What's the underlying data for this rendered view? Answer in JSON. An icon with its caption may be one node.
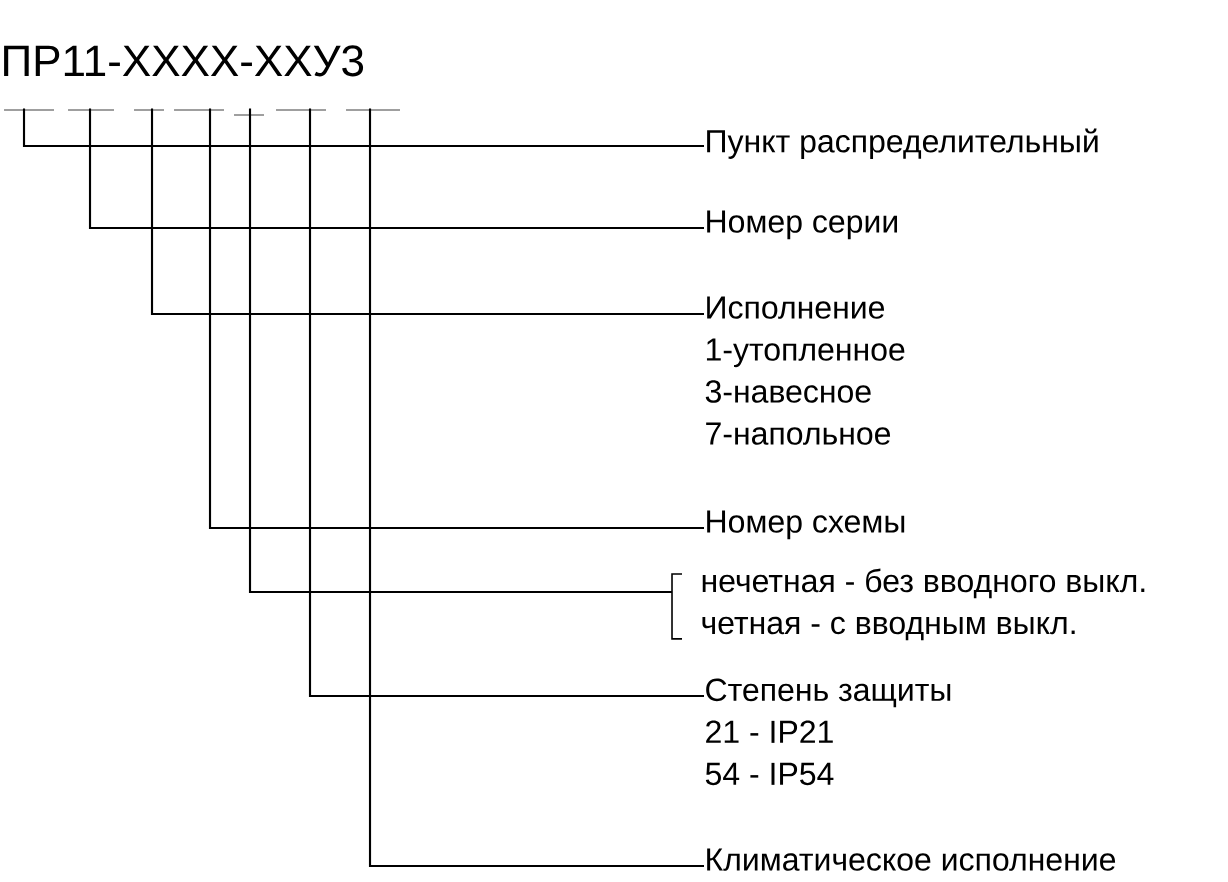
{
  "diagram": {
    "nodes": [
      {
        "text": [
          "ПР11-ХХХХ-ХХУ3"
        ]
      },
      {
        "text": [
          "Пункт распределительный"
        ]
      },
      {
        "text": [
          "Номер серии"
        ]
      },
      {
        "text": [
          "Исполнение",
          "1-утопленное",
          "3-навесное",
          "7-напольное"
        ]
      },
      {
        "text": [
          "Номер схемы"
        ]
      },
      {
        "text": [
          "нечетная - без вводного выкл.",
          "четная - с вводным выкл."
        ]
      },
      {
        "text": [
          "Степень защиты",
          "21 - IP21",
          "54 - IP54"
        ]
      },
      {
        "text": [
          "Климатическое исполнение"
        ]
      }
    ],
    "edges": [
      {
        "from": 1,
        "to": 0,
        "arrow": "none"
      },
      {
        "from": 2,
        "to": 0,
        "arrow": "none"
      },
      {
        "from": 3,
        "to": 0,
        "arrow": "none"
      },
      {
        "from": 4,
        "to": 0,
        "arrow": "none"
      },
      {
        "from": 5,
        "to": 0,
        "arrow": "none"
      },
      {
        "from": 6,
        "to": 0,
        "arrow": "none"
      },
      {
        "from": 7,
        "to": 0,
        "arrow": "none"
      }
    ]
  }
}
